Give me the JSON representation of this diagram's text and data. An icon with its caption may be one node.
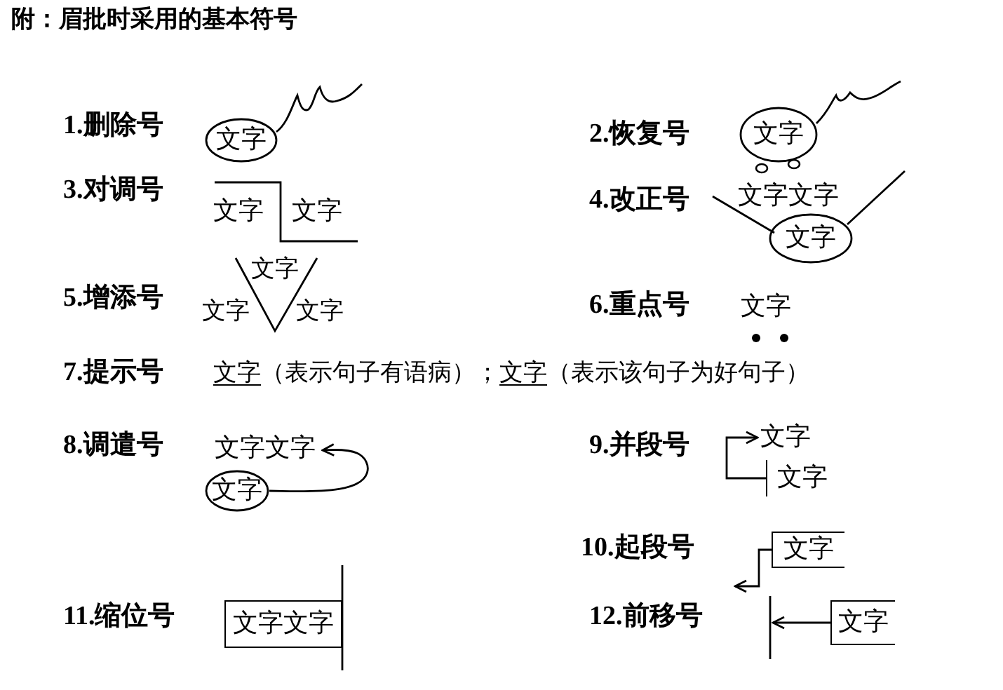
{
  "diagram": {
    "title": "附：眉批时采用的基本符号",
    "nodes": [
      {
        "text": [
          "文字"
        ]
      },
      {
        "text": [
          "文字"
        ]
      },
      {
        "text": [
          "文字"
        ]
      },
      {
        "text": [
          "文字"
        ]
      },
      {
        "text": [
          "文字文字"
        ]
      },
      {
        "text": [
          "文字"
        ]
      },
      {
        "text": [
          "文字"
        ]
      },
      {
        "text": [
          "文字"
        ]
      },
      {
        "text": [
          "文字"
        ]
      },
      {
        "text": [
          "文字文字"
        ]
      }
    ],
    "edges": [
      {
        "from": 3,
        "to": 4,
        "arrow": "to"
      },
      {
        "from": 6,
        "to": 5,
        "arrow": "to"
      },
      {
        "from": 7,
        "to": null,
        "arrow": "to"
      },
      {
        "from": 8,
        "to": null,
        "arrow": "to"
      }
    ],
    "labels": [
      "1.删除号",
      "2.恢复号",
      "3.对调号",
      "文字",
      "文字",
      "4.改正号",
      "文字文字",
      "5.增添号",
      "文字",
      "文字",
      "文字",
      "6.重点号",
      "文字",
      "7.提示号",
      "文字",
      "（表示句子有语病）；",
      "文字",
      "（表示该句子为好句子）",
      "8.调遣号",
      "9.并段号",
      "10.起段号",
      "11.缩位号",
      "12.前移号"
    ]
  }
}
